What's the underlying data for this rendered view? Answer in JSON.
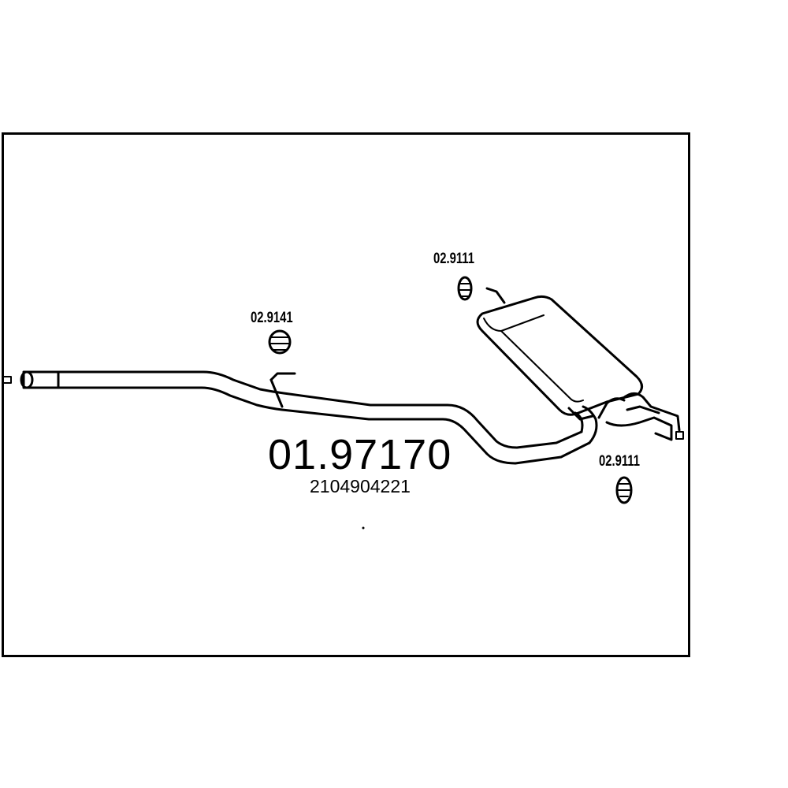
{
  "diagram": {
    "part_number": "01.97170",
    "oem_number": "2104904221",
    "mount_codes": [
      {
        "code": "02.9141",
        "icon": "rubber-mount-icon"
      },
      {
        "code": "02.9111",
        "icon": "rubber-mount-icon"
      },
      {
        "code": "02.9111",
        "icon": "rubber-mount-icon"
      }
    ],
    "line_color": "#000000",
    "background_color": "#ffffff"
  }
}
